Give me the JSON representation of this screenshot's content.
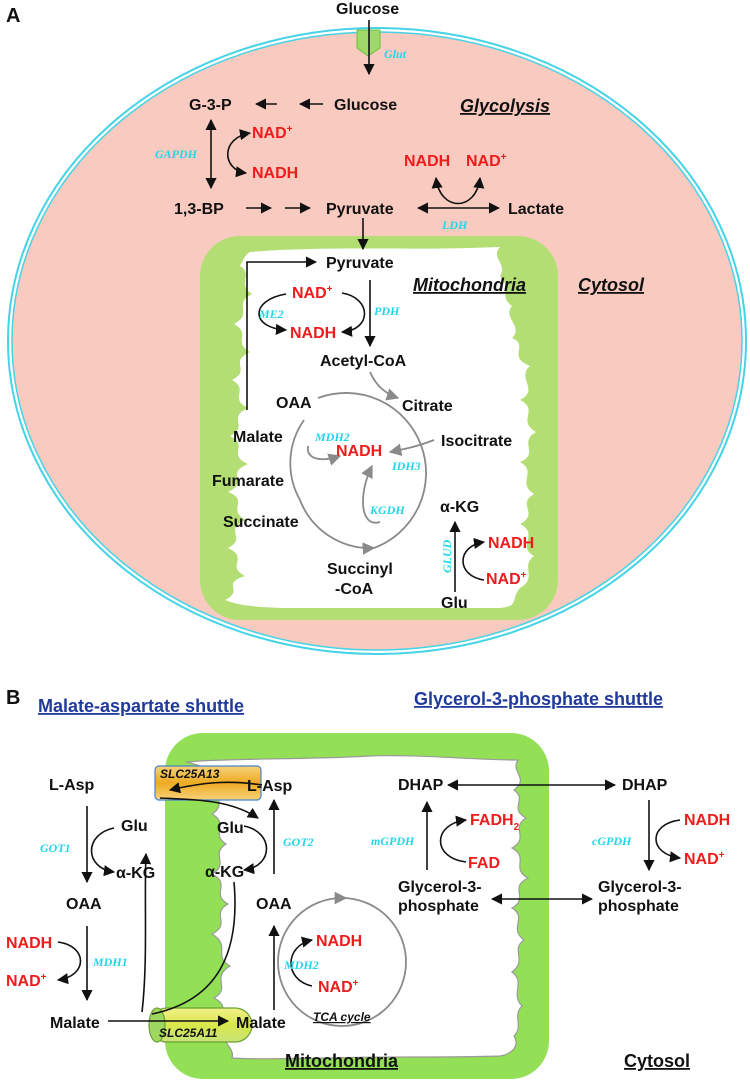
{
  "colors": {
    "cytosol_fill": "#f9cbc0",
    "cell_border": "#45d3e6",
    "mito_fill": "#b3de74",
    "mito_fill_b": "#93e056",
    "cofactor": "#ee1c1c",
    "enzyme": "#22d6e8",
    "shuttle_title": "#1f3a9a",
    "slc_transporter": "#f0b030"
  },
  "panel_a": {
    "label": "A",
    "glucose_outside": "Glucose",
    "glut": "Glut",
    "glucose": "Glucose",
    "g3p": "G-3-P",
    "glycolysis": "Glycolysis",
    "gapdh": "GAPDH",
    "nad_gapdh": "NAD",
    "nadh_gapdh": "NADH",
    "bp13": "1,3-BP",
    "pyruvate": "Pyruvate",
    "lactate": "Lactate",
    "ldh": "LDH",
    "nadh_ldh": "NADH",
    "nad_ldh": "NAD",
    "mito_pyruvate": "Pyruvate",
    "mitochondria": "Mitochondria",
    "cytosol": "Cytosol",
    "nad_pdh": "NAD",
    "pdh": "PDH",
    "me2": "ME2",
    "nadh_pdh": "NADH",
    "acetyl_coa": "Acetyl-CoA",
    "oaa": "OAA",
    "citrate": "Citrate",
    "malate": "Malate",
    "mdh2": "MDH2",
    "isocitrate": "Isocitrate",
    "nadh_tca": "NADH",
    "idh3": "IDH3",
    "fumarate": "Fumarate",
    "kgdh": "KGDH",
    "akg": "α-KG",
    "succinate": "Succinate",
    "succinyl": "Succinyl",
    "coa": "-CoA",
    "glud": "GLUD",
    "nadh_glud": "NADH",
    "nad_glud": "NAD",
    "glu": "Glu",
    "plus": "+"
  },
  "panel_b": {
    "label": "B",
    "mas_title": "Malate-aspartate shuttle",
    "g3ps_title": "Glycerol-3-phosphate shuttle",
    "lasp_cyto": "L-Asp",
    "slc25a13": "SLC25A13",
    "lasp_mito": "L-Asp",
    "glu_cyto": "Glu",
    "glu_mito": "Glu",
    "got1": "GOT1",
    "got2": "GOT2",
    "akg_cyto": "α-KG",
    "akg_mito": "α-KG",
    "oaa_cyto": "OAA",
    "oaa_mito": "OAA",
    "nadh_mdh1": "NADH",
    "mdh1": "MDH1",
    "nad_mdh1": "NAD",
    "malate_cyto": "Malate",
    "slc25a11": "SLC25A11",
    "malate_mito": "Malate",
    "nadh_mdh2": "NADH",
    "mdh2": "MDH2",
    "nad_mdh2": "NAD",
    "tca_cycle": "TCA cycle",
    "mitochondria": "Mitochondria",
    "cytosol": "Cytosol",
    "dhap_mito": "DHAP",
    "dhap_cyto": "DHAP",
    "fadh": "FADH",
    "fadh_sub": "2",
    "mgpdh": "mGPDH",
    "fad": "FAD",
    "cgpdh": "cGPDH",
    "nadh_cgpdh": "NADH",
    "nad_cgpdh": "NAD",
    "g3p_mito_1": "Glycerol-3-",
    "g3p_mito_2": "phosphate",
    "g3p_cyto_1": "Glycerol-3-",
    "g3p_cyto_2": "phosphate",
    "plus": "+"
  }
}
